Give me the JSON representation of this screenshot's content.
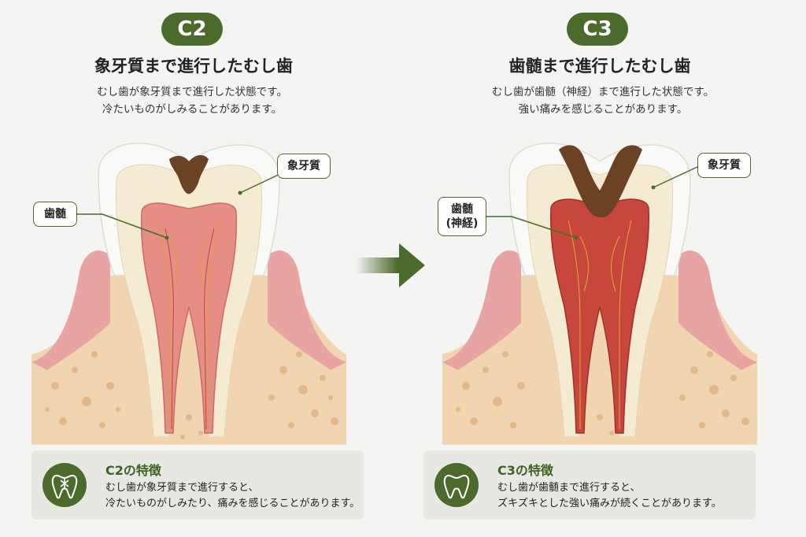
{
  "colors": {
    "accent": "#4a6b2c",
    "gum": "#e8a0a0",
    "bone": "#f0d8b8",
    "enamel": "#f8f8f6",
    "dentin": "#f5ebd4",
    "pulp_c2": "#e38a84",
    "pulp_c3": "#c8473c",
    "decay": "#6b4324"
  },
  "c2": {
    "badge": "C2",
    "heading": "象牙質まで進行したむし歯",
    "desc": [
      "むし歯が象牙質まで進行した状態です。",
      "冷たいものがしみることがあります。"
    ],
    "label_dentin": "象牙質",
    "label_pulp": "歯髄",
    "feature_icon": "tooth-sensitivity-icon",
    "feature_title": "C2の特徴",
    "feature_text": [
      "むし歯が象牙質まで進行すると、",
      "冷たいものがしみたり、痛みを感じることがあります。"
    ]
  },
  "c3": {
    "badge": "C3",
    "heading": "歯髄まで進行したむし歯",
    "desc": [
      "むし歯が歯髄（神経）まで進行した状態です。",
      "強い痛みを感じることがあります。"
    ],
    "label_dentin": "象牙質",
    "label_pulp": [
      "歯髄",
      "(神経)"
    ],
    "feature_icon": "tooth-icon",
    "feature_title": "C3の特徴",
    "feature_text": [
      "むし歯が歯髄まで進行すると、",
      "ズキズキとした強い痛みが続くことがあります。"
    ]
  },
  "arrow_icon": "right-arrow-icon"
}
